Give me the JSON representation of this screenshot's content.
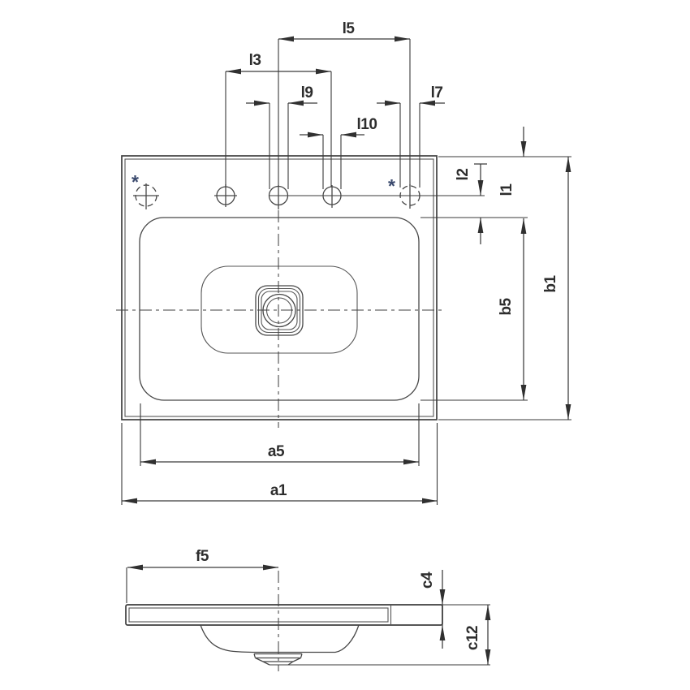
{
  "drawing": {
    "kind": "washbasin technical dimension drawing",
    "views": [
      "top view",
      "front section view"
    ]
  },
  "labels": {
    "l5": "l5",
    "l3": "l3",
    "l9": "l9",
    "l10": "l10",
    "l7": "l7",
    "l2": "l2",
    "l1": "l1",
    "b5": "b5",
    "b1": "b1",
    "a5": "a5",
    "a1": "a1",
    "f5": "f5",
    "c4": "c4",
    "c12": "c12"
  },
  "symbols": {
    "optional_hole_marker": "*"
  },
  "colors": {
    "line": "#3f3f3f",
    "label": "#2d2d2d",
    "asterisk": "#3b4a6e",
    "background": "#ffffff"
  }
}
